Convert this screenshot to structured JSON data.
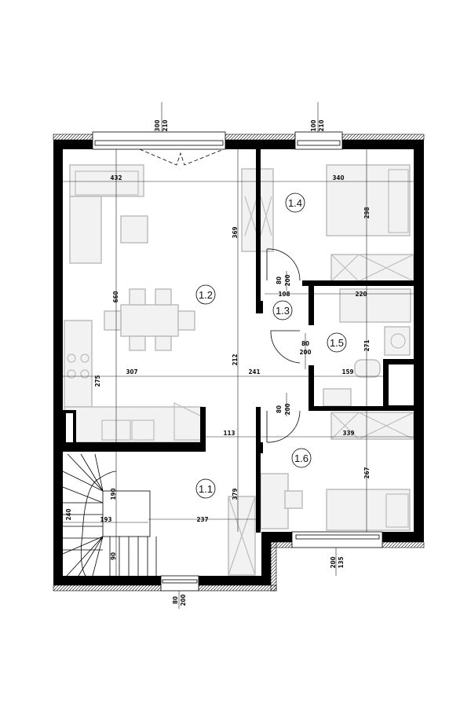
{
  "rooms": [
    {
      "id": "1.1"
    },
    {
      "id": "1.2"
    },
    {
      "id": "1.3"
    },
    {
      "id": "1.4"
    },
    {
      "id": "1.5"
    },
    {
      "id": "1.6"
    }
  ],
  "dims": {
    "top_win1_a": "300",
    "top_win1_b": "210",
    "top_win2_a": "100",
    "top_win2_b": "210",
    "w432": "432",
    "w340": "340",
    "h369": "369",
    "h298": "298",
    "w108": "108",
    "w220": "220",
    "door14_a": "80",
    "door14_b": "200",
    "h660": "660",
    "door15_a": "80",
    "door15_b": "200",
    "h271": "271",
    "h275": "275",
    "w307": "307",
    "w241": "241",
    "w159": "159",
    "h212": "212",
    "door16_a": "80",
    "door16_b": "200",
    "w113": "113",
    "w339": "339",
    "h267": "267",
    "h379": "379",
    "h190": "190",
    "h240": "240",
    "w193": "193",
    "w237": "237",
    "h90": "90",
    "win16_a": "200",
    "win16_b": "135",
    "bot_win_a": "80",
    "bot_win_b": "200"
  }
}
